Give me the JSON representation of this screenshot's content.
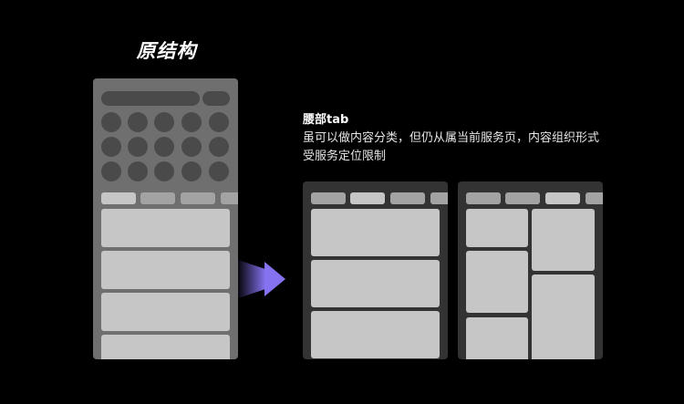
{
  "original": {
    "title": "原结构",
    "bg_color": "#6f6f6f",
    "placeholder_color": "#4a4a4a",
    "icon_grid": {
      "rows": 3,
      "cols": 5
    },
    "tabs": [
      {
        "state": "selected",
        "color": "#c6c6c6"
      },
      {
        "state": "default",
        "color": "#a3a3a3"
      },
      {
        "state": "default",
        "color": "#a3a3a3"
      },
      {
        "state": "default",
        "color": "#a3a3a3"
      }
    ],
    "cards": 4
  },
  "arrow": {
    "color": "#8472f0",
    "icon": "arrow-right-icon"
  },
  "description": {
    "title": "腰部tab",
    "body": "虽可以做内容分类，但仍从属当前服务页，内容组织形式受服务定位限制"
  },
  "variant_list": {
    "bg_color": "#333333",
    "selected_tab_index": 1,
    "layout": "single-column list",
    "cards": 3
  },
  "variant_waterfall": {
    "bg_color": "#333333",
    "selected_tab_index": 2,
    "layout": "two-column waterfall",
    "cards": 5
  }
}
